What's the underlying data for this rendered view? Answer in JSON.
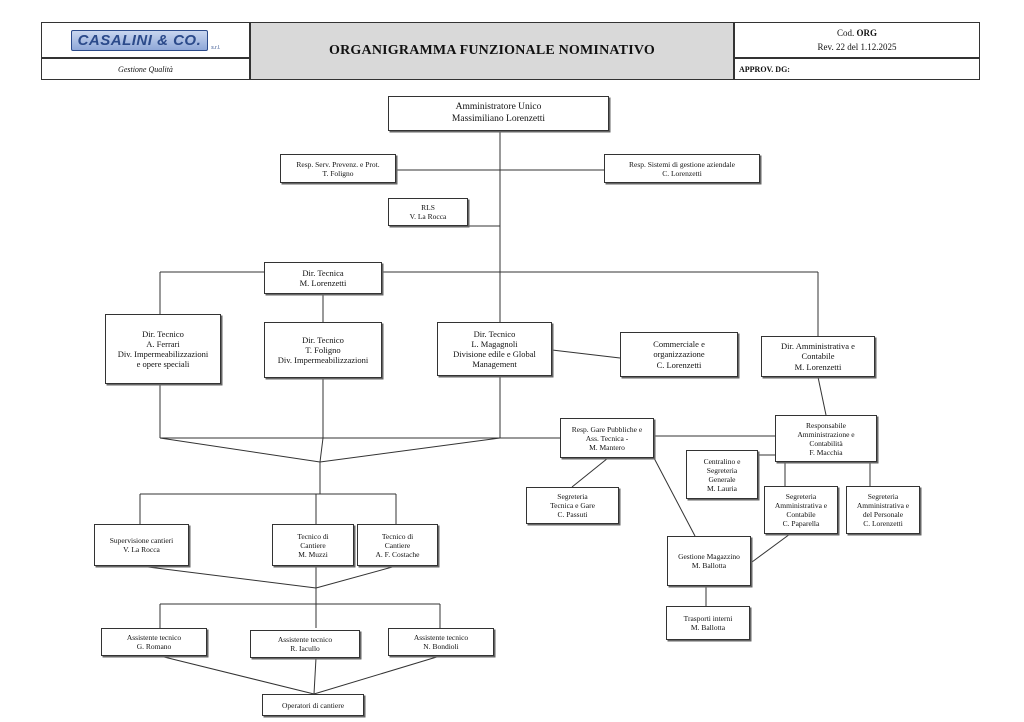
{
  "header": {
    "logo_text": "CASALINI & CO.",
    "logo_suffix": "s.r.l.",
    "logo_subtitle": "Gestione Qualità",
    "title": "ORGANIGRAMMA FUNZIONALE NOMINATIVO",
    "cod_label": "Cod.",
    "cod_value": "ORG",
    "revision": "Rev. 22 del 1.12.2025",
    "approval": "APPROV. DG:"
  },
  "nodes": {
    "amministratore": [
      "Amministratore Unico",
      "Massimiliano Lorenzetti"
    ],
    "rspp": [
      "Resp. Serv. Prevenz. e Prot.",
      "T. Foligno"
    ],
    "sistemi": [
      "Resp. Sistemi di gestione aziendale",
      "C. Lorenzetti"
    ],
    "rls": [
      "RLS",
      "V. La Rocca"
    ],
    "dir_tecnica": [
      "Dir. Tecnica",
      "M. Lorenzetti"
    ],
    "dt_ferrari": [
      "Dir. Tecnico",
      "A.   Ferrari",
      "Div. Impermeabilizzazioni",
      "e opere speciali"
    ],
    "dt_foligno": [
      "Dir. Tecnico",
      "T. Foligno",
      "Div. Impermeabilizzazioni"
    ],
    "dt_magagnoli": [
      "Dir. Tecnico",
      "L. Magagnoli",
      "Divisione edile e Global",
      "Management"
    ],
    "commerciale": [
      "Commerciale e",
      "organizzazione",
      "C. Lorenzetti"
    ],
    "dir_amm": [
      "Dir. Amministrativa e",
      "Contabile",
      "M. Lorenzetti"
    ],
    "gare": [
      "Resp. Gare Pubbliche e",
      "Ass. Tecnica -",
      "M. Mantero"
    ],
    "resp_amm": [
      "Responsabile",
      "Amministrazione e",
      "Contabilità",
      "F. Macchia"
    ],
    "centralino": [
      "Centralino e",
      "Segreteria",
      "Generale",
      "M. Lauria"
    ],
    "segr_tecnica": [
      "Segreteria",
      "Tecnica e Gare",
      "C. Passuti"
    ],
    "segr_amm1": [
      "Segreteria",
      "Amministrativa e",
      "Contabile",
      "C. Paparella"
    ],
    "segr_amm2": [
      "Segreteria",
      "Amministrativa e",
      "del Personale",
      "C. Lorenzetti"
    ],
    "supervisione": [
      "Supervisione cantieri",
      "V. La Rocca"
    ],
    "tecnico_muzzi": [
      "Tecnico di",
      "Cantiere",
      "M. Muzzi"
    ],
    "tecnico_costache": [
      "Tecnico di",
      "Cantiere",
      "A. F. Costache"
    ],
    "magazzino": [
      "Gestione Magazzino",
      "M. Ballotta"
    ],
    "trasporti": [
      "Trasporti interni",
      "M. Ballotta"
    ],
    "assist_romano": [
      "Assistente tecnico",
      "G. Romano"
    ],
    "assist_iacullo": [
      "Assistente tecnico",
      "R. Iacullo"
    ],
    "assist_bondioli": [
      "Assistente tecnico",
      "N. Bondioli"
    ],
    "operatori": [
      "Operatori di cantiere"
    ]
  }
}
